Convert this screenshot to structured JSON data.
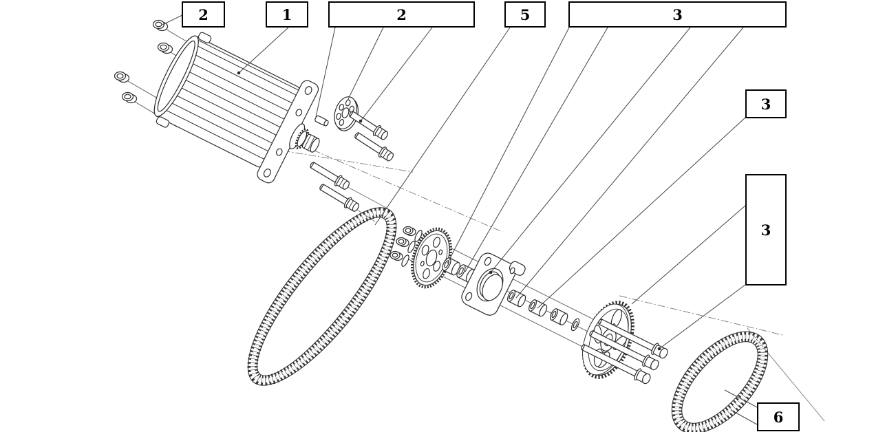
{
  "callouts": [
    {
      "id": "callout-2-nuts",
      "label": "2"
    },
    {
      "id": "callout-1-motor",
      "label": "1"
    },
    {
      "id": "callout-2-fasteners",
      "label": "2"
    },
    {
      "id": "callout-5-chain",
      "label": "5"
    },
    {
      "id": "callout-3-spacers",
      "label": "3"
    },
    {
      "id": "callout-3-spacer-mid",
      "label": "3"
    },
    {
      "id": "callout-3-axle-bolts",
      "label": "3"
    },
    {
      "id": "callout-6-chain-rear",
      "label": "6"
    }
  ],
  "colors": {
    "line": "#2b2b2b",
    "thin_line": "#555555",
    "centerline": "#777777",
    "chain": "#3a3a3a",
    "box_border": "#000000",
    "background": "#ffffff"
  }
}
